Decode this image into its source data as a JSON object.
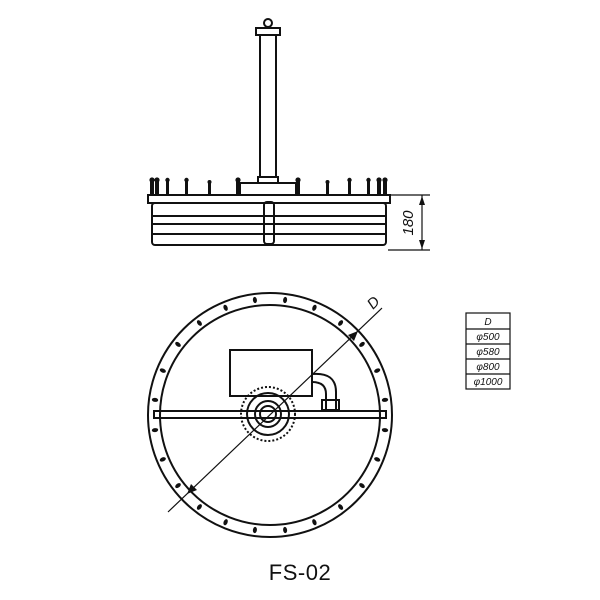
{
  "drawing": {
    "model": "FS-02",
    "height_dimension": "180",
    "diameter_symbol": "D",
    "size_table": {
      "header": "D",
      "rows": [
        "φ500",
        "φ580",
        "φ800",
        "φ1000"
      ]
    }
  }
}
